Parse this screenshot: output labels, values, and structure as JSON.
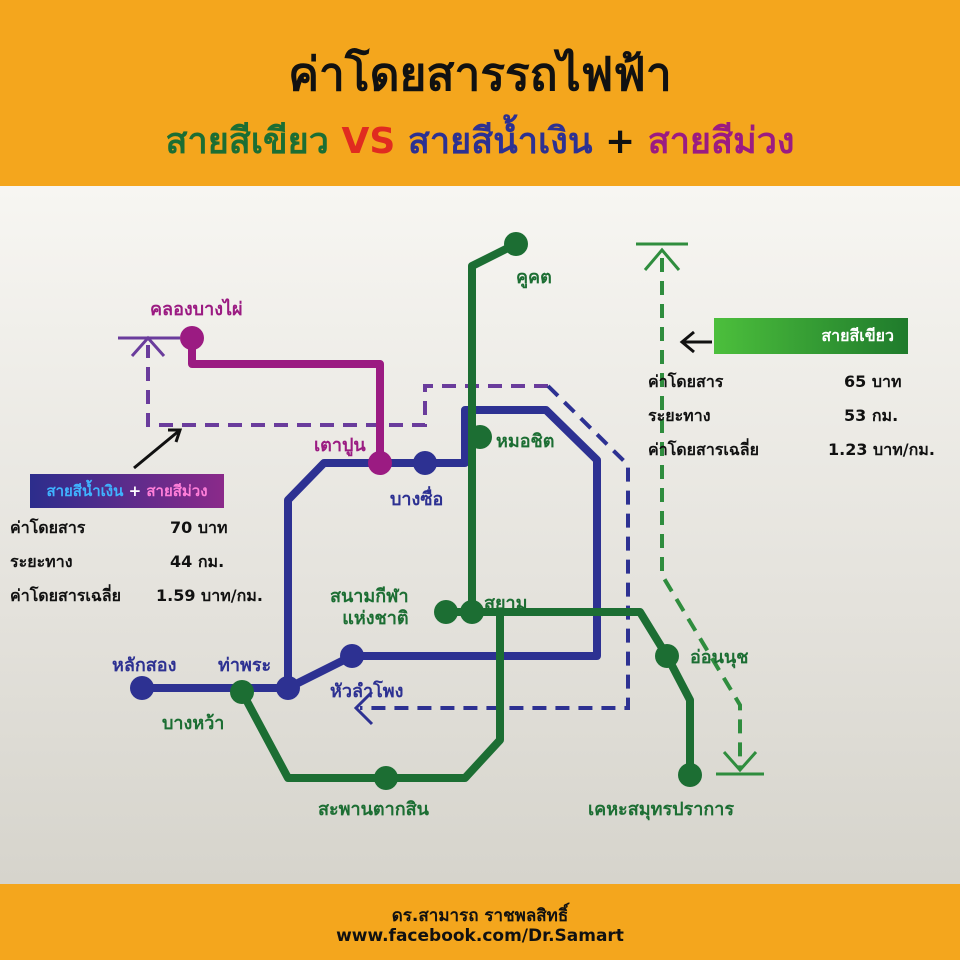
{
  "header": {
    "title": "ค่าโดยสารรถไฟฟ้า",
    "subtitle_green": "สายสีเขียว",
    "subtitle_vs": "VS",
    "subtitle_blue": "สายสีน้ำเงิน",
    "subtitle_plus": "+",
    "subtitle_purple": "สายสีม่วง"
  },
  "colors": {
    "header_bg": "#f4a61d",
    "green_line": "#1c6e33",
    "blue_line": "#2d3192",
    "purple_line": "#9b1b82",
    "vs": "#e02b20"
  },
  "stations": {
    "khukhot": "คูคต",
    "khlong_bang_phai": "คลองบางไผ่",
    "tao_poon": "เตาปูน",
    "bang_sue": "บางซื่อ",
    "mo_chit": "หมอชิต",
    "national_stadium": "สนามกีฬา\nแห่งชาติ",
    "siam": "สยาม",
    "on_nut": "อ่อนนุช",
    "lak_song": "หลักสอง",
    "tha_phra": "ท่าพระ",
    "hua_lamphong": "หัวลำโพง",
    "bang_wa": "บางหว้า",
    "saphan_taksin": "สะพานตากสิน",
    "kheha": "เคหะสมุทรปราการ"
  },
  "green_info": {
    "badge": "สายสีเขียว",
    "fare_label": "ค่าโดยสาร",
    "fare_value": "65 บาท",
    "distance_label": "ระยะทาง",
    "distance_value": "53 กม.",
    "avg_label": "ค่าโดยสารเฉลี่ย",
    "avg_value": "1.23 บาท/กม."
  },
  "blue_purple_info": {
    "badge_blue": "สายสีน้ำเงิน",
    "badge_plus": "+",
    "badge_purple": "สายสีม่วง",
    "fare_label": "ค่าโดยสาร",
    "fare_value": "70 บาท",
    "distance_label": "ระยะทาง",
    "distance_value": "44 กม.",
    "avg_label": "ค่าโดยสารเฉลี่ย",
    "avg_value": "1.59 บาท/กม."
  },
  "footer": {
    "author": "ดร.สามารถ ราชพลสิทธิ์",
    "url": "www.facebook.com/Dr.Samart"
  }
}
